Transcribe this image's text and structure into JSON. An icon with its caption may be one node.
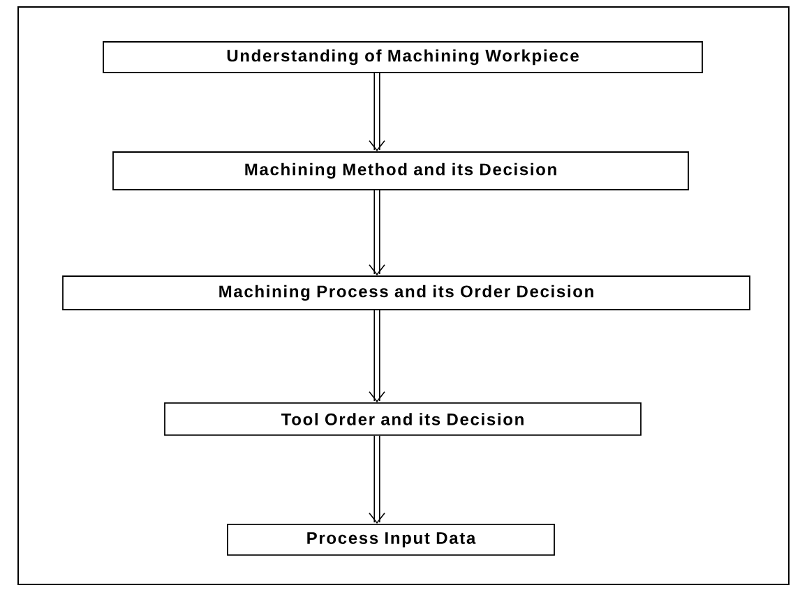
{
  "diagram": {
    "nodes": [
      {
        "text": [
          "Understanding of Machining Workpiece"
        ]
      },
      {
        "text": [
          "Machining Method and its Decision"
        ]
      },
      {
        "text": [
          "Machining Process and its Order Decision"
        ]
      },
      {
        "text": [
          "Tool Order and its Decision"
        ]
      },
      {
        "text": [
          "Process Input Data"
        ]
      }
    ],
    "edges": [
      {
        "from": 0,
        "to": 1,
        "arrow": "to"
      },
      {
        "from": 1,
        "to": 2,
        "arrow": "to"
      },
      {
        "from": 2,
        "to": 3,
        "arrow": "to"
      },
      {
        "from": 3,
        "to": 4,
        "arrow": "to"
      }
    ]
  }
}
